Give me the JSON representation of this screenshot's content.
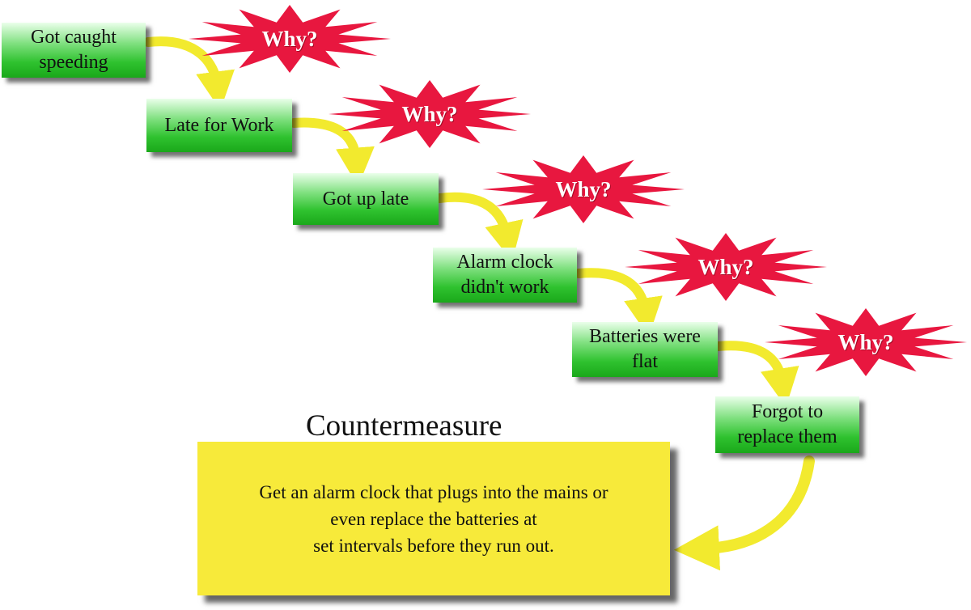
{
  "steps": [
    {
      "label": "Got caught\nspeeding"
    },
    {
      "label": "Late for Work"
    },
    {
      "label": "Got up late"
    },
    {
      "label": "Alarm clock\ndidn't work"
    },
    {
      "label": "Batteries were\nflat"
    },
    {
      "label": "Forgot to\nreplace them"
    }
  ],
  "why": [
    {
      "label": "Why?"
    },
    {
      "label": "Why?"
    },
    {
      "label": "Why?"
    },
    {
      "label": "Why?"
    },
    {
      "label": "Why?"
    }
  ],
  "countermeasure": {
    "title": "Countermeasure",
    "text": "Get an alarm clock that plugs into the mains or\neven replace the batteries at\nset intervals before they run out."
  },
  "colors": {
    "step_green": "#2fc22f",
    "burst_red": "#e8173f",
    "arrow_yellow": "#f2ea2e",
    "countermeasure_yellow": "#f7ea3a"
  }
}
